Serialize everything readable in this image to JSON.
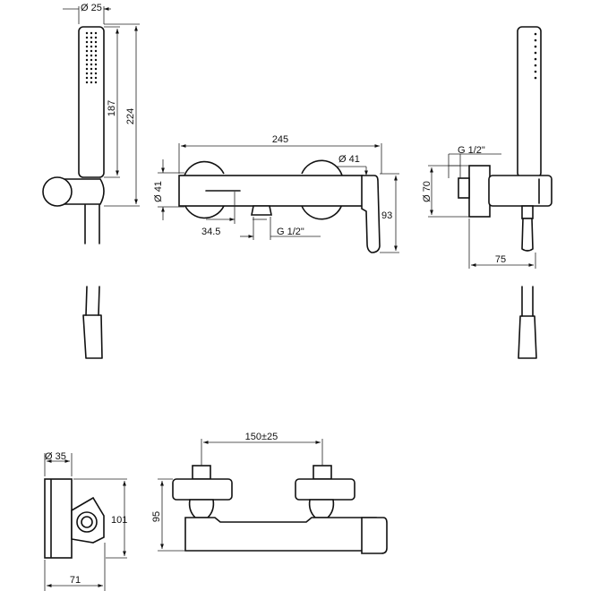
{
  "dimensions": {
    "handshower_diameter": "Ø 25",
    "handshower_length": "187",
    "handshower_total_height": "224",
    "mixer_length": "245",
    "flange_diameter": "Ø 41",
    "flange_diameter_left": "Ø 41",
    "mixer_height": "93",
    "spout_offset": "34.5",
    "spout_thread": "G 1/2\"",
    "side_outlet_thread": "G 1/2\"",
    "side_flange_diameter": "Ø 70",
    "side_depth": "75",
    "holder_diameter": "Ø 35",
    "holder_height": "101",
    "holder_depth": "71",
    "inlet_centers": "150±25",
    "bar_height": "95"
  },
  "colors": {
    "line": "#111111",
    "background": "#ffffff"
  }
}
